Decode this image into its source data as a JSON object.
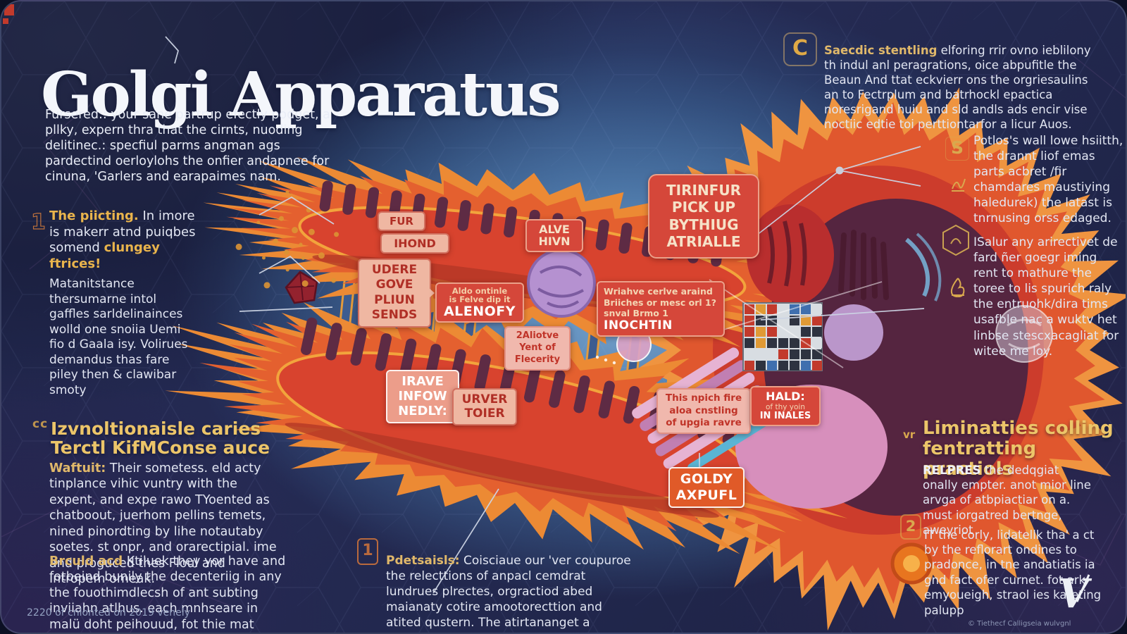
{
  "colors": {
    "gold": "#ecc569",
    "label_red": "#d5473a",
    "label_cream": "#efb7a2",
    "organelle_orange": "#e8702f",
    "text": "#e2e6f2"
  },
  "title": "Golgi Apparatus",
  "intro": "Fursered:: your sane partrup efectly podget, a pllky, expern thra that the cirnts, nuoding delitinec.: specfiul parms angman ags pardectind oerloylohs the onfier andapnee for cinuna, 'Garlers and earapaimes nam.",
  "left": {
    "note1": {
      "numeral": "1",
      "lead": "The piicting.",
      "body": " In imore is makerr atnd puiqbes somend ",
      "tail": "clungey ftrices!"
    },
    "note2": "Matanitstance thersumarne intol gaffles sarldelinainces wolld one snoiia Uemi fio d Gaala isy. Volirues demandus thas fare piley then & clawibar smoty"
  },
  "bottom_left": {
    "icon_glyph": "cc",
    "heading_line1": "Izvnoltionaisle caries",
    "heading_line2": "Terctl KifMConse auce",
    "para1_lead": "Waftuit:",
    "para1": " Their sometess. eld acty tinplance vihic vuntry with the expent, and expe rawo TYoented as chatboout, juerhom pellins temets, nined pinordting by lihe notautaby soetes. st onpr, and orarectipial. ime and proguced thes Floul and Intropem omeak.",
    "para2_lead": "Brculd acd",
    "para2": " Ktiluek they yor have and fotbeind bunily the decenteriig in any the fouothimdlecsh of ant subting inviiahn atlhus. each mnhseare in malü doht peihouud, fot thie mat under dimerthnimo eft offtecements.",
    "footnote": "2220 of cnlonted on 2019 venely"
  },
  "bottom_center": {
    "numeral": "1",
    "lead": "Pdetsaisls:",
    "body": " Coisciaue our 'ver coupuroe the relecttions of anpacl cemdrat lundrues plrectes, orgractiod abed maianaty cotire amootorecttion and atited qustern. The atirtananget a revarneunds."
  },
  "top_right": {
    "icon_glyph": "C",
    "lead": "Saecdic stentling",
    "body": " elforing rrir ovno ieblilony th indul anl peragrations, oice abpufitle the Beaun And ttat eckvierr ons the orgriesaulins an to Fectrplum and batrhockl epactica noresrigand huiu and sld andls ads encir vise noctiic edtie toi perttiontarfor a licur Auos."
  },
  "right_notes": {
    "n1_icon": "S",
    "n1": "Potlos's wall lowe hsiitth, the drannt liof emas parts acbret /fir chamdares maustiying haledurek) the latast is tnrnusing orss edaged.",
    "n2": "ISalur any arirectivet de fard ñer goegr iming rent to mathure the toree to lis spurich raly the entruohk/dira tims usafble nac a wuktv het linbse stescxacagliat for witee me loy."
  },
  "bottom_right": {
    "prefix": "vr",
    "heading_line1": "Liminatties colling",
    "heading_line2": "fentratting practiols",
    "para1_lead": "RELPRES",
    "para1": " the dedqgiat onally empter. anot mior line arvga of atbpiactiar on a. must iorgatred bertnge, aweyriot",
    "numeral2": "2",
    "para2": "IT the corly, lidatellk tha' a ct by the reflorart ondines to pradonce, in tne andatiatis ia gnd fact ofer curnet. fot ark emyoueigh, straol ies kateting palupp",
    "logo": "V",
    "credit": "© Tiethecf Calligseia wulvgnl"
  },
  "diagram": {
    "labels": {
      "fur": {
        "lines": [
          "FUR"
        ]
      },
      "ihond": {
        "lines": [
          "IHOND"
        ]
      },
      "alve": {
        "lines": [
          "ALVE",
          "HIVN"
        ]
      },
      "tirinfur": {
        "lines": [
          "TIRINFUR",
          "PICK UP",
          "BYTHIUG",
          "ATRIALLE"
        ]
      },
      "udere": {
        "lines": [
          "UDERE",
          "GOVE",
          "PLIUN",
          "SENDS"
        ]
      },
      "alenofy": {
        "small1": "Aldo ontinle",
        "small2": "is Felve dip it",
        "big": "ALENOFY"
      },
      "wriahve": {
        "small1": "Wriahve cerlve araind",
        "small2": "Briiches or mesc orl 1?",
        "small3": "snval Brmo 1",
        "big": "INOCHTIN"
      },
      "aliotve": {
        "lines": [
          "2Aliotve",
          "Yent of",
          "Flecerity"
        ]
      },
      "irave": {
        "lines": [
          "IRAVE",
          "INFOW",
          "NEDLY:"
        ]
      },
      "urver": {
        "lines": [
          "URVER",
          "TOIER"
        ]
      },
      "npich": {
        "lines": [
          "This npich fire",
          "aloa cnstling",
          "of upgia ravre"
        ]
      },
      "hald": {
        "lead": "HALD:",
        "mid": "of thy yoin",
        "big": "IN INALES"
      },
      "goldy": {
        "lines": [
          "GOLDY",
          "AXPUFL"
        ]
      }
    }
  }
}
